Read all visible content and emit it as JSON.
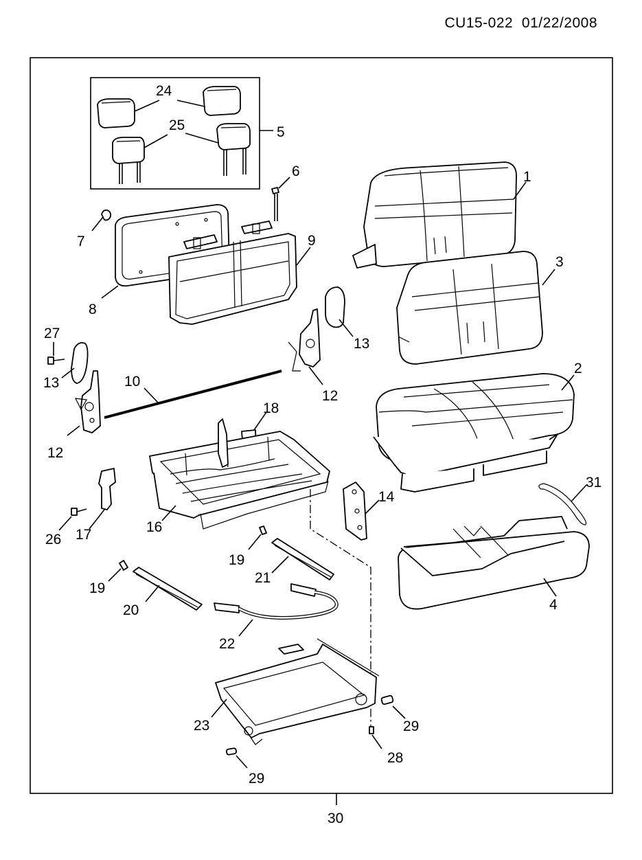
{
  "header": {
    "doc_code": "CU15-022",
    "date": "01/22/2008"
  },
  "callouts": {
    "n1": "1",
    "n2": "2",
    "n3": "3",
    "n4": "4",
    "n5": "5",
    "n6": "6",
    "n7": "7",
    "n8": "8",
    "n9": "9",
    "n10": "10",
    "n12a": "12",
    "n12b": "12",
    "n13a": "13",
    "n13b": "13",
    "n14": "14",
    "n16": "16",
    "n17": "17",
    "n18": "18",
    "n19a": "19",
    "n19b": "19",
    "n20": "20",
    "n21": "21",
    "n22": "22",
    "n23": "23",
    "n24": "24",
    "n25": "25",
    "n26": "26",
    "n27": "27",
    "n28": "28",
    "n29a": "29",
    "n29b": "29",
    "n30": "30",
    "n31": "31"
  }
}
